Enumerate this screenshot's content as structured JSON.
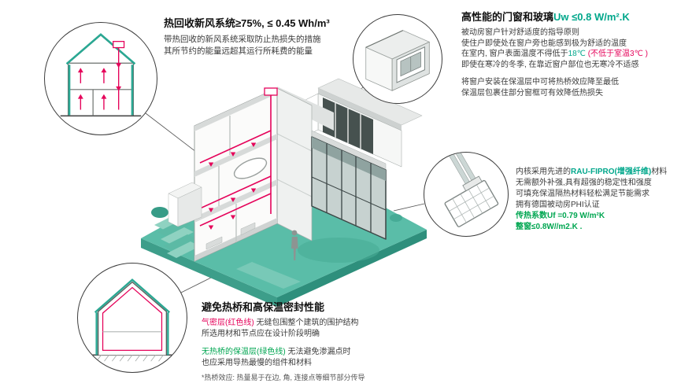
{
  "palette": {
    "accent_teal": "#00a78b",
    "accent_green": "#00a651",
    "accent_red": "#e5035a",
    "platform_teal": "#5abda8"
  },
  "ventilation": {
    "heading": "热回收新风系统≥75%, ≤ 0.45 Wh/m³",
    "body1": "带热回收的新风系统采取防止热损失的措施",
    "body2": "其所节约的能量远超其运行所耗费的能量"
  },
  "windows": {
    "heading_main": "高性能的门窗和玻璃",
    "heading_value": "Uw ≤0.8 W/m².K",
    "line1": "被动房窗户针对舒适度的指导原则",
    "line2": "使住户即使处在窗户旁也能感到极为舒适的温度",
    "line3_pre": "在室内, 窗户表面温度不得低于",
    "line3_temp": "18℃",
    "line3_warn": " (不低于室温3℃ )",
    "line4": "即使在寒冷的冬季, 在靠近窗户部位也无寒冷不适感",
    "line5": "将窗户安装在保温层中可将热桥效应降至最低",
    "line6": "保温层包裹住部分窗框可有效降低热损失"
  },
  "profile": {
    "line1_pre": "内核采用先进的",
    "line1_brand": "RAU-FIPRO(增强纤维)",
    "line1_post": "材料",
    "line2": "无需额外补强,具有超强的稳定性和强度",
    "line3": "可填充保温隔热材料轻松满足节能需求",
    "line4": "拥有德国被动房PHI认证",
    "line5": "传热系数Uf =0.79 W/m²K",
    "line6": "整窗≤0.8W//m2.K ."
  },
  "thermal": {
    "heading": "避免热桥和高保温密封性能",
    "line1_label": "气密层(红色线)",
    "line1_rest": " 无缝包围整个建筑的围护结构",
    "line2": "所选用材和节点应在设计阶段明确",
    "line3_label": "无热桥的保温层(绿色线)",
    "line3_rest": " 无法避免渗漏点时",
    "line4": "也应采用导热最慢的组件和材料",
    "footnote": "*热桥效应: 热量易于在边, 角, 连接点等细节部分传导"
  }
}
